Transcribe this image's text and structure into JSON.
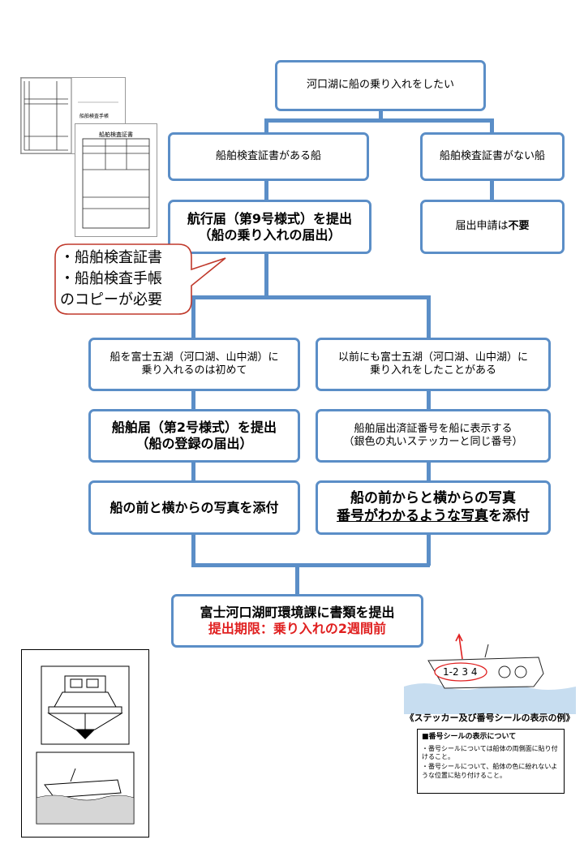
{
  "flow": {
    "start": "河口湖に船の乗り入れをしたい",
    "with_cert": "船舶検査証書がある船",
    "without_cert": "船舶検査証書がない船",
    "submit_navigation_l1": "航行届（第9号様式）を提出",
    "submit_navigation_l2": "（船の乗り入れの届出）",
    "no_application_prefix": "届出申請は",
    "no_application_bold": "不要",
    "callout_l1": "・船舶検査証書",
    "callout_l2": "・船舶検査手帳",
    "callout_l3": "のコピーが必要",
    "first_time": "船を富士五湖（河口湖、山中湖）に\n乗り入れるのは初めて",
    "before": "以前にも富士五湖（河口湖、山中湖）に\n乗り入れをしたことがある",
    "submit_vessel_l1": "船舶届（第2号様式）を提出",
    "submit_vessel_l2": "（船の登録の届出）",
    "display_number": "船舶届出済証番号を船に表示する\n（銀色の丸いステッカーと同じ番号）",
    "photo_new": "船の前と横からの写真を添付",
    "photo_existing_l1": "船の前からと横からの写真",
    "photo_existing_l2a": "番号がわかるような写真",
    "photo_existing_l2b": "を添付",
    "final_l1": "富士河口湖町環境課に書類を提出",
    "final_l2": "提出期限：乗り入れの2週間前"
  },
  "documents": {
    "passbook_title": "船舶検査手帳",
    "cert_title": "船舶検査証書"
  },
  "sticker_example": {
    "number": "1-2 3 4",
    "caption": "《ステッカー及び番号シールの表示の例》",
    "notice_title": "■番号シールの表示について",
    "notice_1": "・番号シールについては船体の両側面に貼り付けること。",
    "notice_2": "・番号シールについて、船体の色に紛れないような位置に貼り付けること。"
  },
  "colors": {
    "box_border": "#5b8ec7",
    "callout_border": "#c0392b",
    "deadline": "#e02020",
    "water": "#c7ddf0"
  }
}
